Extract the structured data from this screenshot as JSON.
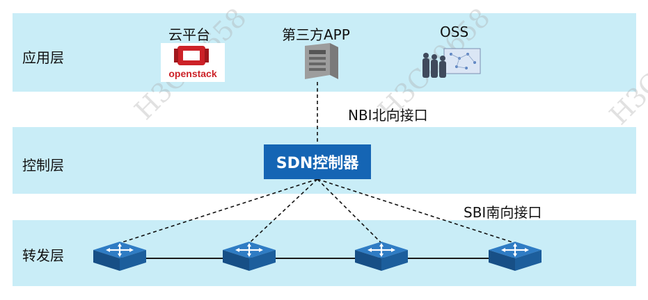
{
  "layers": {
    "application": "应用层",
    "control": "控制层",
    "forwarding": "转发层"
  },
  "apps": {
    "cloud_platform": {
      "title": "云平台",
      "logo_text": "openstack"
    },
    "third_party": {
      "title": "第三方APP"
    },
    "oss": {
      "title": "OSS"
    }
  },
  "controller": {
    "label": "SDN控制器"
  },
  "interfaces": {
    "northbound": "NBI北向接口",
    "southbound": "SBI南向接口"
  },
  "switches": {
    "count": 4
  },
  "watermark": "H3C09658",
  "colors": {
    "layer_band": "#c9edf7",
    "controller": "#1565b4",
    "switch": "#1c5e9c",
    "openstack": "#cc2127"
  }
}
